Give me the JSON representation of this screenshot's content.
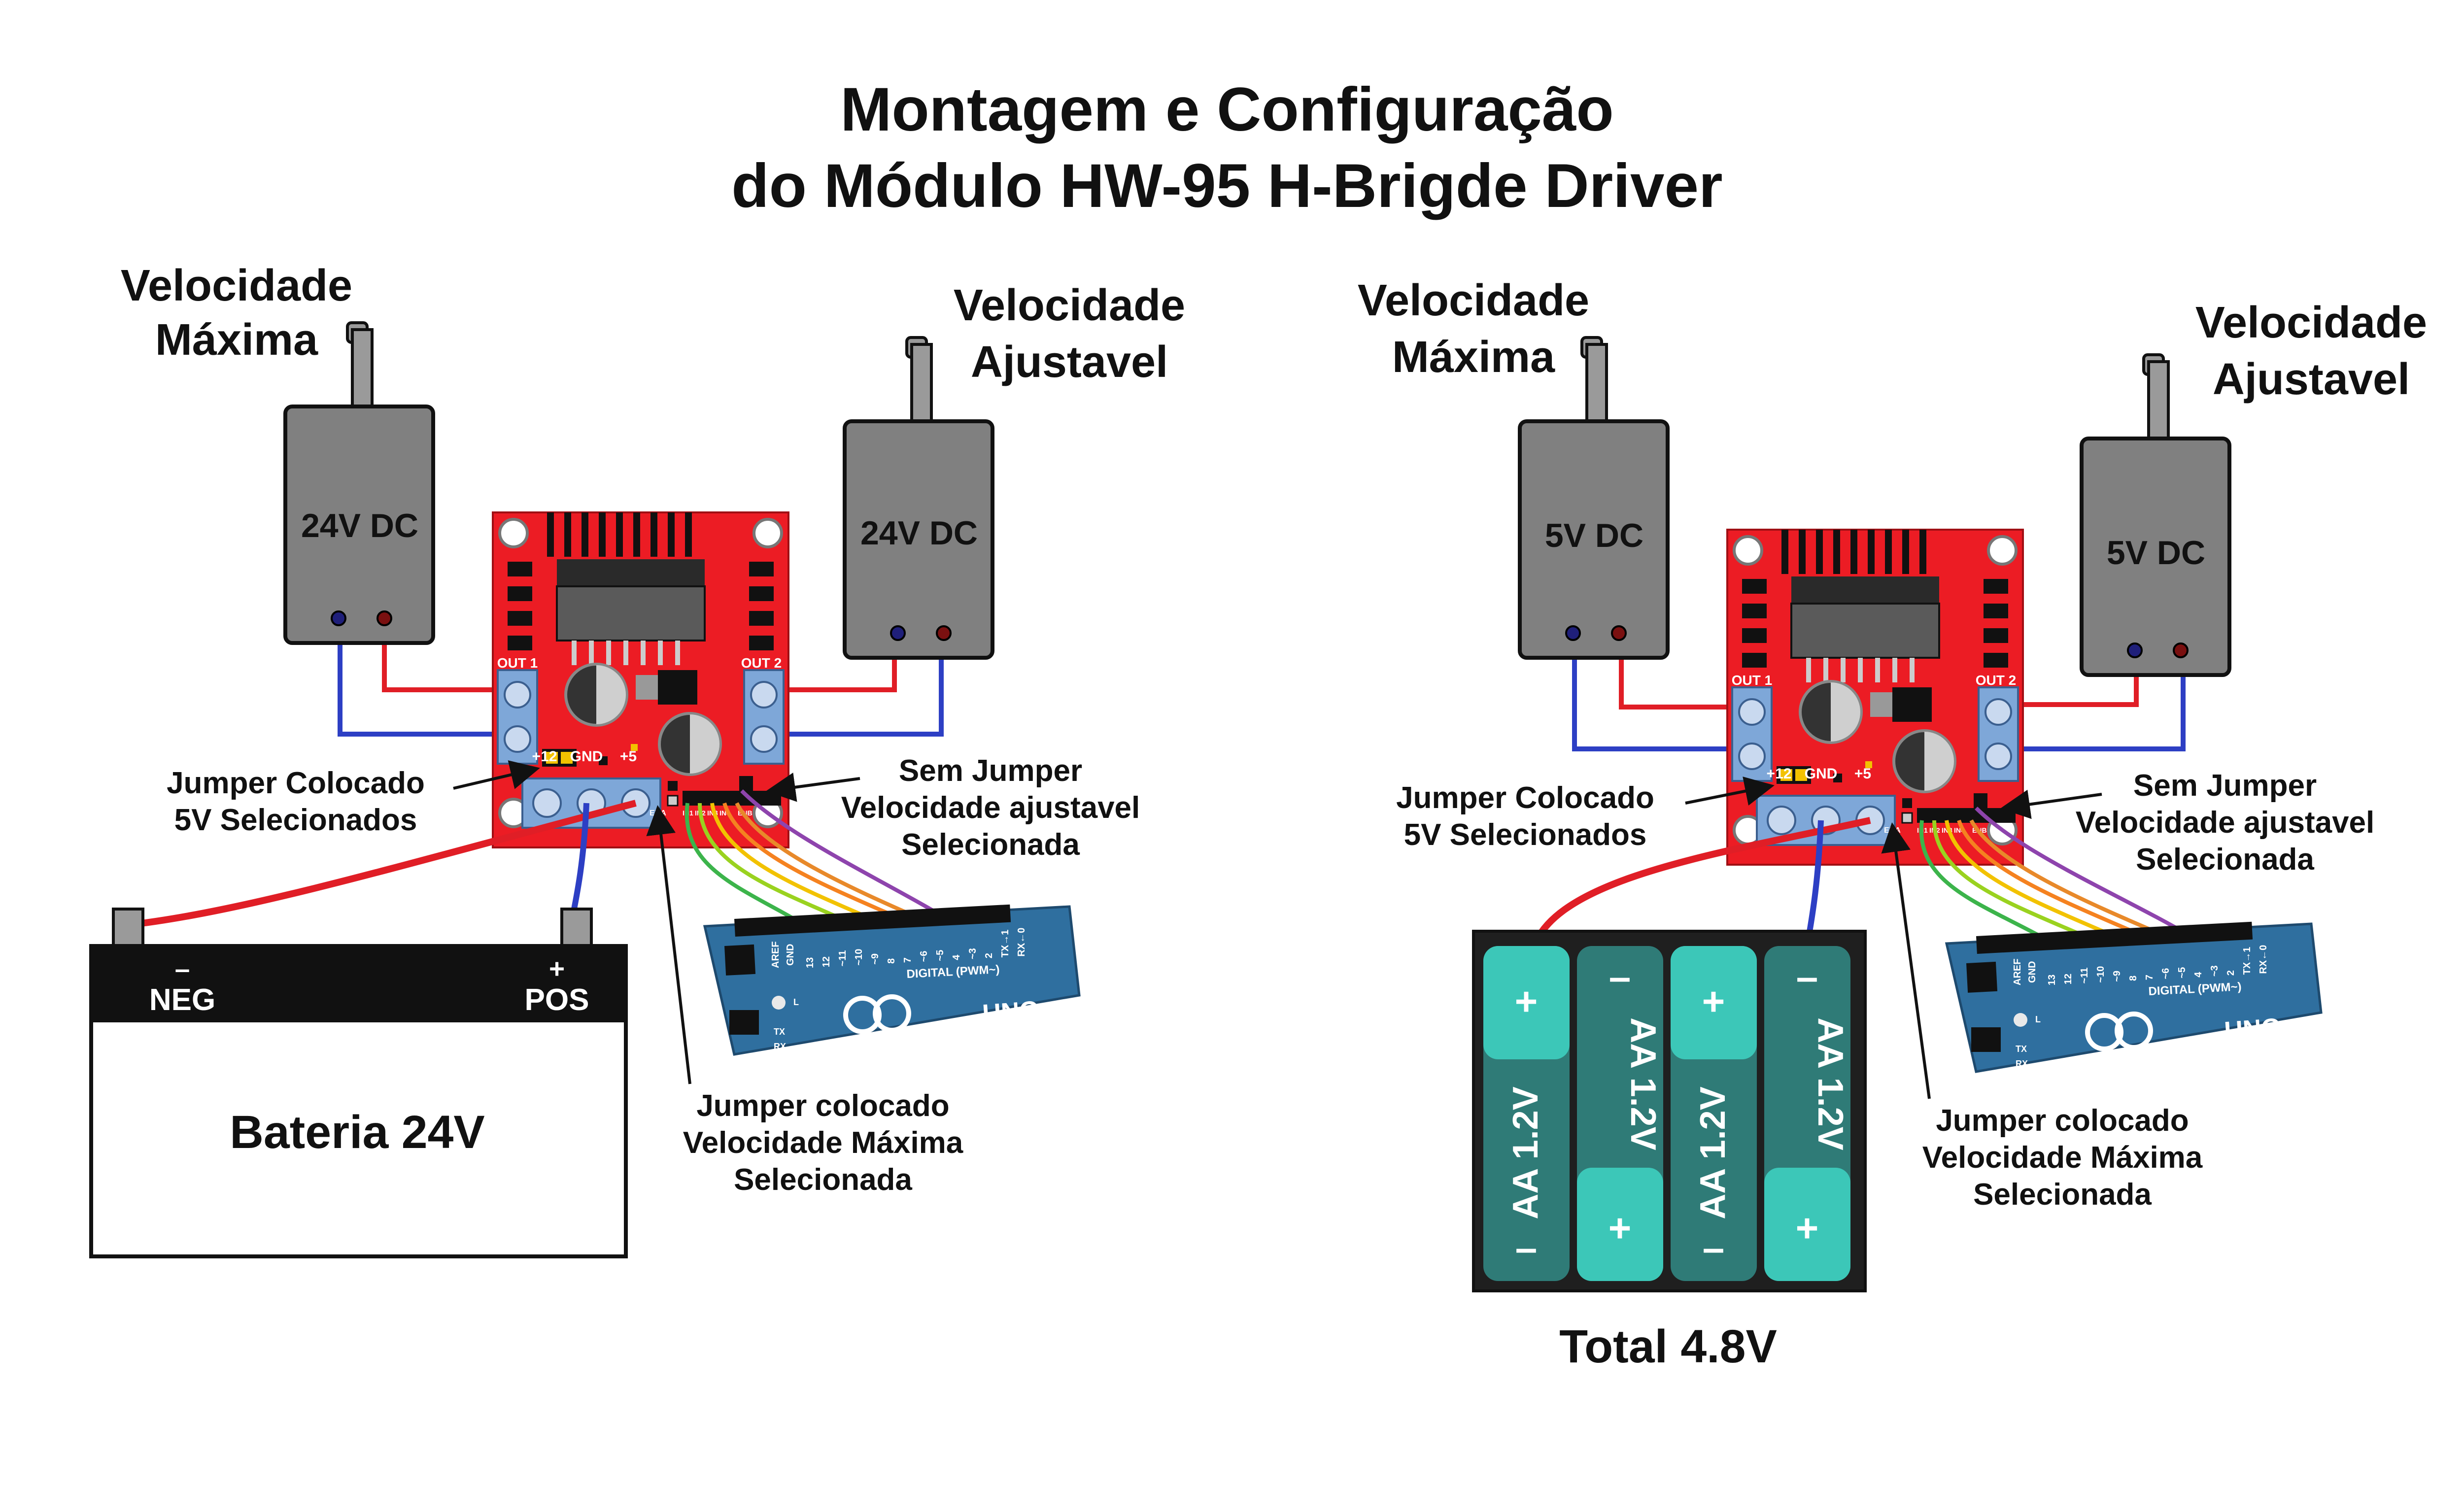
{
  "title": {
    "line1": "Montagem e Configuração",
    "line2": "do Módulo HW-95 H-Brigde Driver"
  },
  "colors": {
    "board_red": "#ec1c24",
    "terminal_blue": "#7ea7d8",
    "wire_red": "#e01e26",
    "wire_blue": "#2d3fc4",
    "arduino_blue": "#2f6f9f",
    "battery_teal": "#3cc7b8",
    "battery_dark_teal": "#2f7b77",
    "motor_gray": "#808080",
    "signal_wires": [
      "#3cb44b",
      "#9ad21f",
      "#f2c200",
      "#f58220",
      "#e8892a",
      "#8e44ad"
    ]
  },
  "left": {
    "label_max": {
      "l1": "Velocidade",
      "l2": "Máxima"
    },
    "label_adj": {
      "l1": "Velocidade",
      "l2": "Ajustavel"
    },
    "motor1_text": "24V DC",
    "motor2_text": "24V DC",
    "board": {
      "out1": "OUT 1",
      "out2": "OUT 2",
      "p12": "+12",
      "gnd": "GND",
      "p5": "+5",
      "ena": "ENA",
      "in1": "IN1",
      "in2": "IN2",
      "in3": "IN3",
      "in4": "IN4",
      "enb": "ENB"
    },
    "jumper_5v": {
      "l1": "Jumper Colocado",
      "l2": "5V Selecionados"
    },
    "no_jumper": {
      "l1": "Sem Jumper",
      "l2": "Velocidade ajustavel",
      "l3": "Selecionada"
    },
    "jumper_max": {
      "l1": "Jumper colocado",
      "l2": "Velocidade Máxima",
      "l3": "Selecionada"
    },
    "battery": {
      "neg_sign": "–",
      "neg": "NEG",
      "pos_sign": "+",
      "pos": "POS",
      "label": "Bateria 24V"
    },
    "arduino": {
      "aref": "AREF",
      "gnd": "GND",
      "pins": [
        "13",
        "12",
        "~11",
        "~10",
        "~9",
        "8",
        "7",
        "~6",
        "~5",
        "4",
        "~3",
        "2",
        "TX→1",
        "RX←0"
      ],
      "digital": "DIGITAL (PWM~)",
      "uno": "UNO",
      "l": "L",
      "tx": "TX",
      "rx": "RX"
    }
  },
  "right": {
    "label_max": {
      "l1": "Velocidade",
      "l2": "Máxima"
    },
    "label_adj": {
      "l1": "Velocidade",
      "l2": "Ajustavel"
    },
    "motor1_text": "5V DC",
    "motor2_text": "5V DC",
    "board": {
      "out1": "OUT 1",
      "out2": "OUT 2",
      "p12": "+12",
      "gnd": "GND",
      "p5": "+5",
      "ena": "ENA",
      "in1": "IN1",
      "in2": "IN2",
      "in3": "IN3",
      "in4": "IN4",
      "enb": "ENB"
    },
    "jumper_5v": {
      "l1": "Jumper Colocado",
      "l2": "5V Selecionados"
    },
    "no_jumper": {
      "l1": "Sem Jumper",
      "l2": "Velocidade ajustavel",
      "l3": "Selecionada"
    },
    "jumper_max": {
      "l1": "Jumper colocado",
      "l2": "Velocidade Máxima",
      "l3": "Selecionada"
    },
    "cells": [
      {
        "label": "AA 1.2V",
        "plus": "+",
        "minus": "–"
      },
      {
        "label": "AA 1.2V",
        "plus": "+",
        "minus": "–"
      },
      {
        "label": "AA 1.2V",
        "plus": "+",
        "minus": "–"
      },
      {
        "label": "AA 1.2V",
        "plus": "+",
        "minus": "–"
      }
    ],
    "total": "Total 4.8V",
    "arduino": {
      "aref": "AREF",
      "gnd": "GND",
      "pins": [
        "13",
        "12",
        "~11",
        "~10",
        "~9",
        "8",
        "7",
        "~6",
        "~5",
        "4",
        "~3",
        "2",
        "TX→1",
        "RX←0"
      ],
      "digital": "DIGITAL (PWM~)",
      "uno": "UNO",
      "l": "L",
      "tx": "TX",
      "rx": "RX"
    }
  }
}
